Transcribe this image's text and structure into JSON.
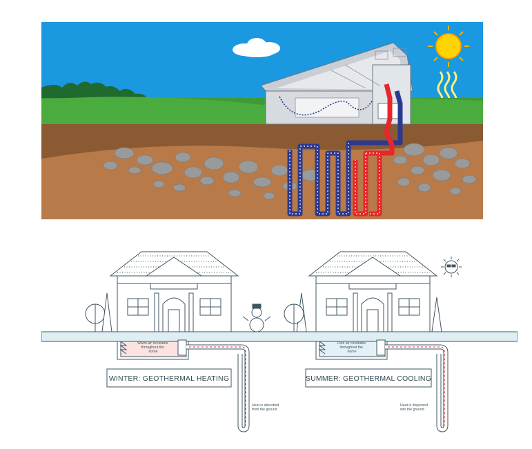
{
  "winter": {
    "title": "WINTER: GEOTHERMAL HEATING",
    "inside_note": [
      "Warm air circulates",
      "throughout the",
      "home"
    ],
    "ground_note": [
      "Heat is absorbed",
      "from the ground"
    ]
  },
  "summer": {
    "title": "SUMMER: GEOTHERMAL COOLING",
    "inside_note": [
      "Cool air circulates",
      "throughout the",
      "home"
    ],
    "ground_note": [
      "Heat is dispersed",
      "into the ground"
    ]
  },
  "colors": {
    "sky": "#1a98e0",
    "grass": "#3d9a3a",
    "soil": "#b87a48",
    "supply_loop": "#e8262c",
    "return_loop": "#2b3a8f",
    "line_art": "#3f5560"
  }
}
